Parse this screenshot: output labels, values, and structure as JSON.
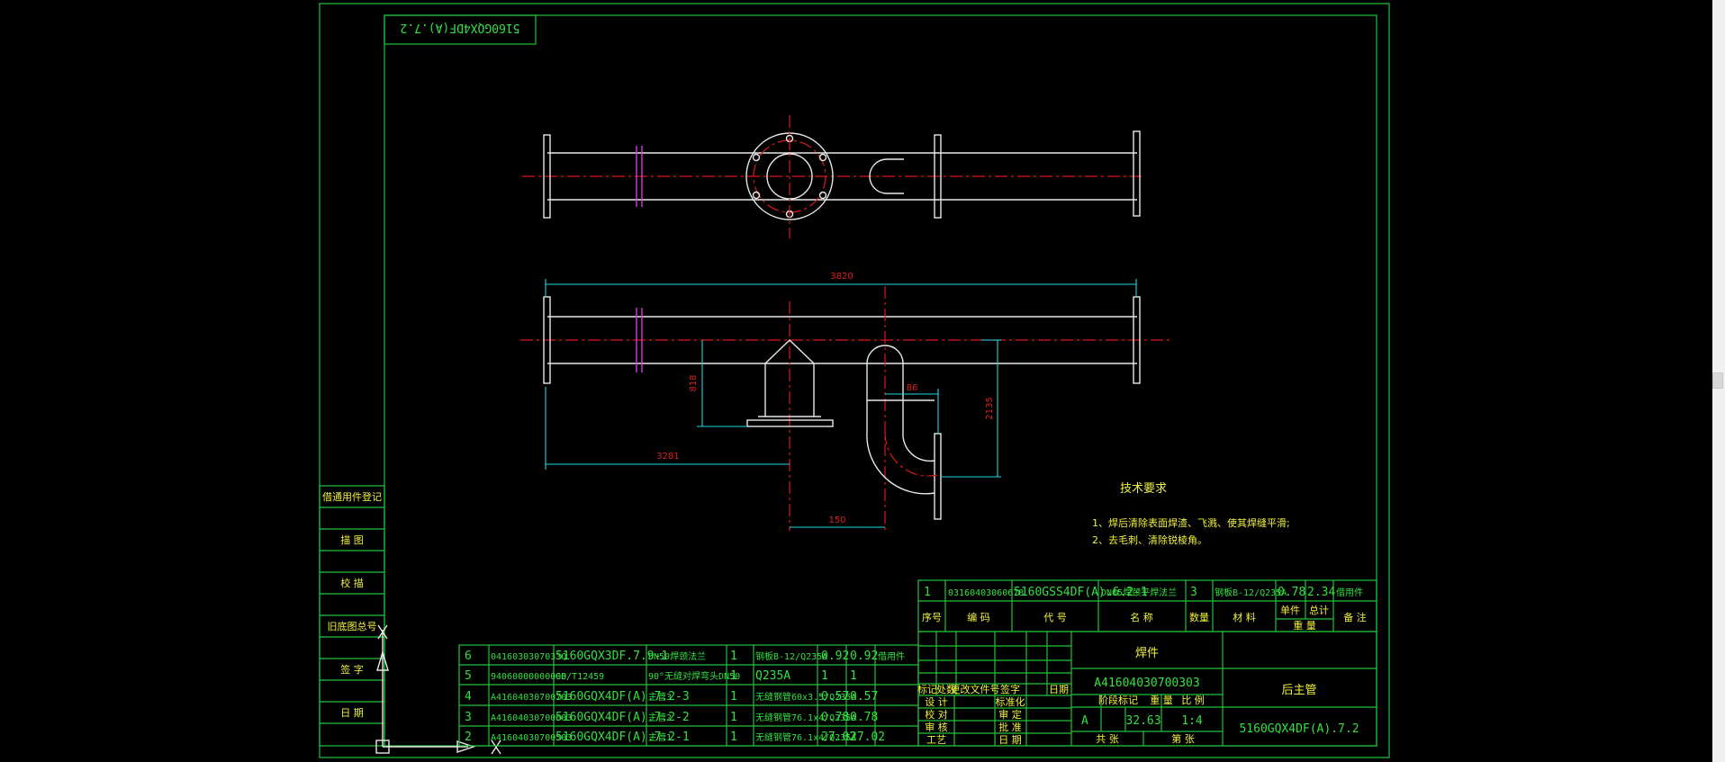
{
  "drawing_number_mirrored": "5160GQX4DF(A).7.2",
  "dimensions": {
    "total_length": "3820",
    "branch_height": "818",
    "branch_offset": "3281",
    "branch_spacing": "150",
    "elbow_offset": "86",
    "elbow_height": "2135"
  },
  "tech_requirements": {
    "title": "技术要求",
    "items": [
      "1、焊后清除表面焊渣、飞溅、使其焊缝平滑;",
      "2、去毛刺、清除锐棱角。"
    ]
  },
  "left_sidebar_labels": [
    "借通用件登记",
    "描 图",
    "校 描",
    "旧底图总号",
    "签 字",
    "日 期"
  ],
  "bom_left": [
    {
      "no": "6",
      "code": "0416030307033Q",
      "drawing": "5160GQX3DF.7.9-1",
      "name": "DN50焊颈法兰",
      "qty": "1",
      "material": "钢板B-12/Q235A",
      "unit": "0.92",
      "total": "0.92",
      "note": "借用件"
    },
    {
      "no": "5",
      "code": "94060000000000",
      "drawing": "GB/T12459",
      "name": "90°无缝对焊弯头DN50",
      "qty": "1",
      "material": "Q235A",
      "unit": "1",
      "total": "1",
      "note": ""
    },
    {
      "no": "4",
      "code": "A41604030700703",
      "drawing": "5160GQX4DF(A).7.2-3",
      "name": "主管3",
      "qty": "1",
      "material": "无缝钢管60x3.5/Q235A",
      "unit": "0.57",
      "total": "0.57",
      "note": ""
    },
    {
      "no": "3",
      "code": "A41604030700603",
      "drawing": "5160GQX4DF(A).7.2-2",
      "name": "主管2",
      "qty": "1",
      "material": "无缝钢管76.1x4/Q235A",
      "unit": "0.78",
      "total": "0.78",
      "note": ""
    },
    {
      "no": "2",
      "code": "A41604030700503",
      "drawing": "5160GQX4DF(A).7.2-1",
      "name": "主管1",
      "qty": "1",
      "material": "无缝钢管76.1x4/Q235A",
      "unit": "27.02",
      "total": "27.02",
      "note": ""
    }
  ],
  "bom_right_row": {
    "no": "1",
    "code": "03160403060678",
    "drawing": "5160GSS4DF(A).6.2-1",
    "name": "DN65焊颈平焊法兰",
    "qty": "3",
    "material": "钢板B-12/Q235A",
    "unit": "0.78",
    "total": "2.34",
    "note": "借用件"
  },
  "bom_header": {
    "no": "序号",
    "code": "编 码",
    "drawing": "代 号",
    "name": "名 称",
    "qty": "数量",
    "material": "材 料",
    "unit_label": "单件",
    "total_label": "总计",
    "weight": "重 量",
    "note": "备 注"
  },
  "title_block": {
    "type_label": "焊件",
    "code": "A41604030700303",
    "part_name": "后主管",
    "drawing_no": "5160GQX4DF(A).7.2",
    "stage_label": "阶段标记",
    "weight_label": "重 量",
    "scale_label": "比 例",
    "stage": "A",
    "weight": "32.63",
    "scale": "1:4",
    "sheet_total": "共  张",
    "sheet_no": "第  张",
    "revision_labels": [
      "标记",
      "处数",
      "更改文件号",
      "签字",
      "日期"
    ],
    "sign_labels": [
      "设 计",
      "校 对",
      "审 核",
      "工艺",
      "标准化",
      "审 定",
      "批 准",
      "日 期"
    ]
  }
}
